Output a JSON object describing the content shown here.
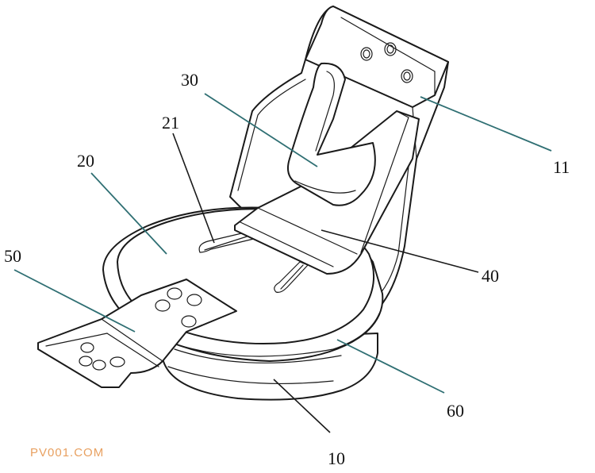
{
  "labels": {
    "ref_10": "10",
    "ref_11": "11",
    "ref_20": "20",
    "ref_21": "21",
    "ref_30": "30",
    "ref_40": "40",
    "ref_50": "50",
    "ref_60": "60"
  },
  "watermark": "PV001.COM",
  "colors": {
    "line": "#1a1a1a",
    "leader_teal": "#2f6f73",
    "watermark": "#e8a060"
  }
}
